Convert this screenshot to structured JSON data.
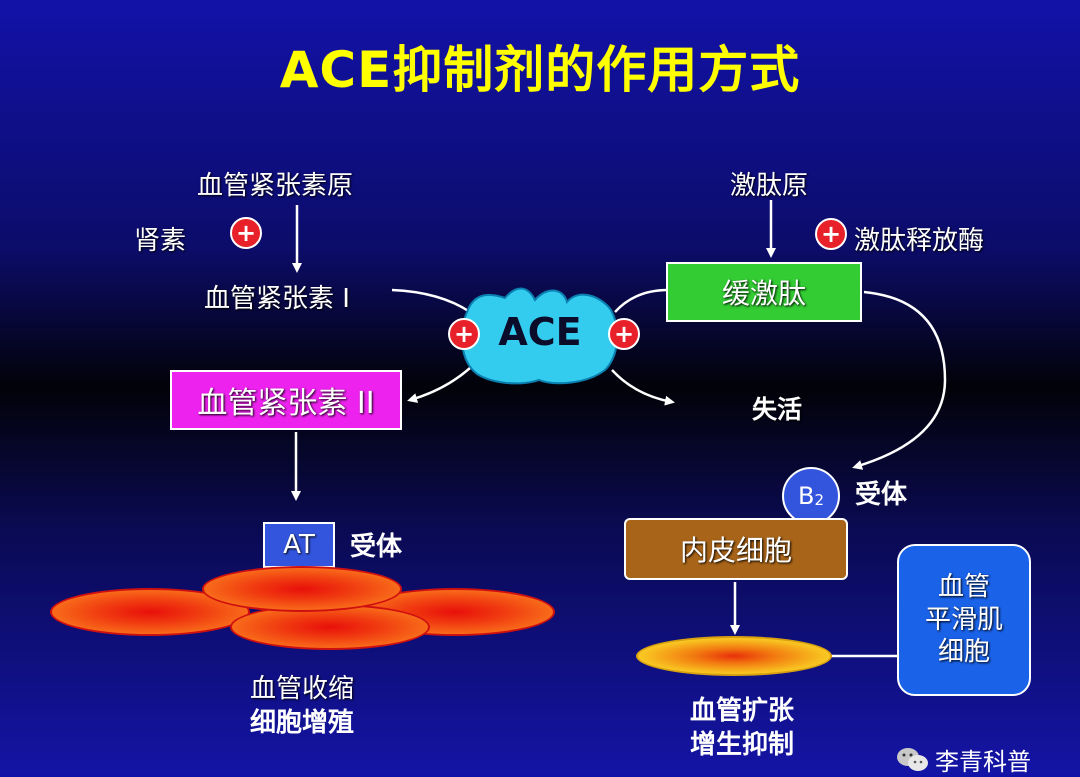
{
  "title": "ACE抑制剂的作用方式",
  "left": {
    "angiotensinogen": "血管紧张素原",
    "renin": "肾素",
    "angiotensin1": "血管紧张素 I",
    "angiotensin2": "血管紧张素 II",
    "at_receptor": "AT",
    "receptor_label": "受体",
    "effect_line1": "血管收缩",
    "effect_line2": "细胞增殖"
  },
  "center": {
    "ace": "ACE",
    "inactivation": "失活"
  },
  "right": {
    "kininogen": "激肽原",
    "kallikrein": "激肽释放酶",
    "bradykinin": "缓激肽",
    "b2_receptor": "B",
    "b2_subscript": "2",
    "receptor_label": "受体",
    "endothelial_cell": "内皮细胞",
    "smooth_muscle_line1": "血管",
    "smooth_muscle_line2": "平滑肌",
    "smooth_muscle_line3": "细胞",
    "effect_line1": "血管扩张",
    "effect_line2": "增生抑制"
  },
  "plus_symbol": "+",
  "watermark": "李青科普",
  "colors": {
    "title": "#ffff00",
    "ace_blob": "#33ccee",
    "angiotensin2_box": "#ee22ee",
    "bradykinin_box": "#33cc33",
    "at_box": "#3355dd",
    "endothelial_box": "#a86418",
    "smooth_muscle_box": "#1a62e8",
    "plus_badge": "#e8202a"
  }
}
